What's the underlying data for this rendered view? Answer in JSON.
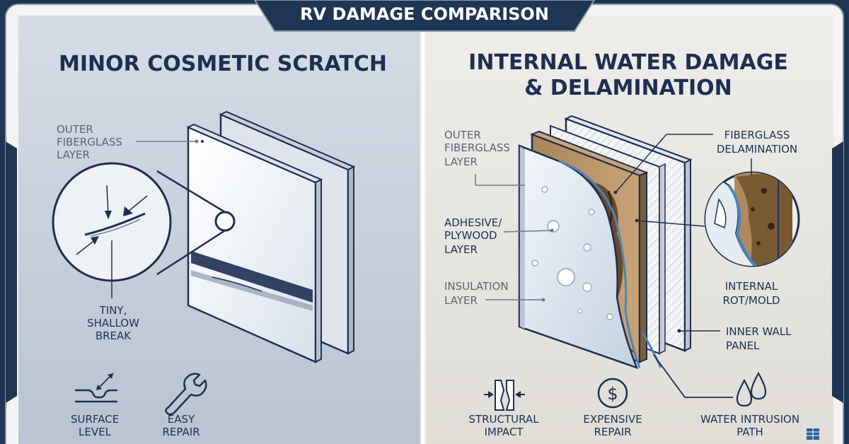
{
  "banner": {
    "title": "RV DAMAGE COMPARISON"
  },
  "left": {
    "heading": "MINOR COSMETIC SCRATCH",
    "labels": {
      "outer": [
        "OUTER",
        "FIBERGLASS",
        "LAYER"
      ],
      "break": [
        "TINY,",
        "SHALLOW",
        "BREAK"
      ]
    },
    "footer": [
      {
        "icon": "surface-level-icon",
        "lines": [
          "SURFACE",
          "LEVEL"
        ]
      },
      {
        "icon": "wrench-icon",
        "lines": [
          "EASY",
          "REPAIR"
        ]
      }
    ]
  },
  "right": {
    "heading": [
      "INTERNAL WATER DAMAGE",
      "& DELAMINATION"
    ],
    "labels": {
      "outer": [
        "OUTER",
        "FIBERGLASS",
        "LAYER"
      ],
      "adhesive": [
        "ADHESIVE/",
        "PLYWOOD",
        "LAYER"
      ],
      "insulation": [
        "INSULATION",
        "LAYER"
      ],
      "delam": [
        "FIBERGLASS",
        "DELAMINATION"
      ],
      "rot": [
        "INTERNAL",
        "ROT/MOLD"
      ],
      "inner": [
        "INNER WALL",
        "PANEL"
      ]
    },
    "footer": [
      {
        "icon": "structural-impact-icon",
        "lines": [
          "STRUCTURAL",
          "IMPACT"
        ]
      },
      {
        "icon": "dollar-icon",
        "lines": [
          "EXPENSIVE",
          "REPAIR"
        ]
      },
      {
        "icon": "water-drops-icon",
        "lines": [
          "WATER INTRUSION",
          "PATH"
        ]
      }
    ]
  },
  "colors": {
    "navy": "#1e2f52",
    "left_bg": "#c4cdd9",
    "right_bg": "#e7e6e1",
    "wood": "#8a6a43",
    "rot": "#5b3a1e",
    "water": "#4b84b8"
  }
}
